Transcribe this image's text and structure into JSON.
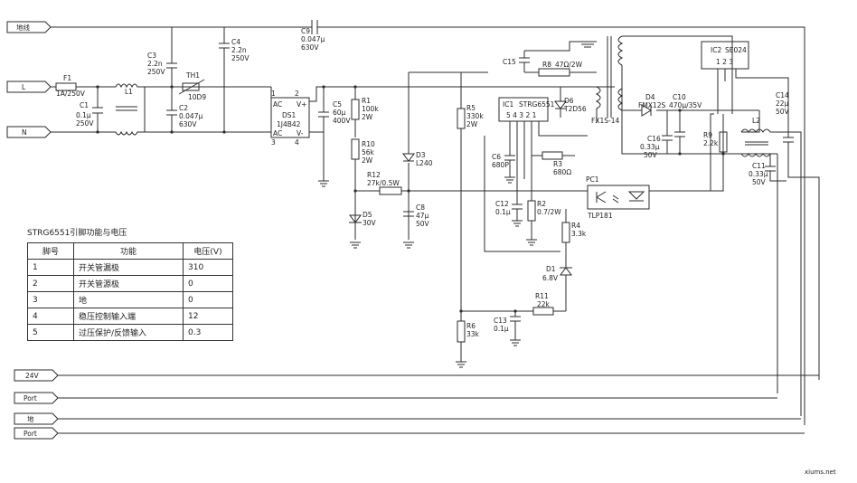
{
  "ports": {
    "ground_top": "地线",
    "live": "L",
    "neutral": "N",
    "out_24v": "24V",
    "out_port1": "Port",
    "out_ground": "地",
    "out_port2": "Port"
  },
  "components": {
    "F1": {
      "name": "F1",
      "value": "1A/250V"
    },
    "C1": {
      "name": "C1",
      "value1": "0.1μ",
      "value2": "250V"
    },
    "L1": {
      "name": "L1"
    },
    "C3": {
      "name": "C3",
      "value1": "2.2n",
      "value2": "250V"
    },
    "C2": {
      "name": "C2",
      "value1": "0.047μ",
      "value2": "630V"
    },
    "TH1": {
      "name": "TH1",
      "value": "10D9"
    },
    "C4": {
      "name": "C4",
      "value1": "2.2n",
      "value2": "250V"
    },
    "C9": {
      "name": "C9",
      "value1": "0.047μ",
      "value2": "630V"
    },
    "DS1": {
      "name": "DS1",
      "value": "1J4B42",
      "ac1": "AC",
      "ac2": "AC",
      "vp": "V+",
      "vm": "V-",
      "p1": "1",
      "p2": "2",
      "p3": "3",
      "p4": "4"
    },
    "C5": {
      "name": "C5",
      "value1": "60μ",
      "value2": "400V"
    },
    "R1": {
      "name": "R1",
      "value1": "100k",
      "value2": "2W"
    },
    "R10": {
      "name": "R10",
      "value1": "56k",
      "value2": "2W"
    },
    "R12": {
      "name": "R12",
      "value": "27k/0.5W"
    },
    "D5": {
      "name": "D5",
      "value": "30V"
    },
    "D3": {
      "name": "D3",
      "value": "L240"
    },
    "C8": {
      "name": "C8",
      "value1": "47μ",
      "value2": "50V"
    },
    "C15": {
      "name": "C15"
    },
    "R8": {
      "name": "R8",
      "value": "47Ω/2W"
    },
    "R5": {
      "name": "R5",
      "value1": "330k",
      "value2": "2W"
    },
    "IC1": {
      "name": "IC1",
      "value": "STRG6551",
      "pins": "5 4 3 2 1"
    },
    "D6": {
      "name": "D6",
      "value": "T2D56"
    },
    "T1": {
      "name": "FX1S-14"
    },
    "C6": {
      "name": "C6",
      "value": "680P"
    },
    "R3": {
      "name": "R3",
      "value": "680Ω"
    },
    "C12": {
      "name": "C12",
      "value": "0.1μ"
    },
    "R2": {
      "name": "R2",
      "value": "0.7/2W"
    },
    "PC1": {
      "name": "PC1",
      "value": "TLP181"
    },
    "R4": {
      "name": "R4",
      "value": "3.3k"
    },
    "D1": {
      "name": "D1",
      "value": "6.8V"
    },
    "R11": {
      "name": "R11",
      "value": "22k"
    },
    "C13": {
      "name": "C13",
      "value": "0.1μ"
    },
    "R6": {
      "name": "R6",
      "value": "33k"
    },
    "D4": {
      "name": "D4",
      "value": "FMX12S"
    },
    "C10": {
      "name": "C10",
      "value": "470μ/35V"
    },
    "C16": {
      "name": "C16",
      "value1": "0.33μ",
      "value2": "50V"
    },
    "R9": {
      "name": "R9",
      "value": "2.2k"
    },
    "IC2": {
      "name": "IC2",
      "value": "SE024",
      "pins": "1 2 3"
    },
    "L2": {
      "name": "L2"
    },
    "C14": {
      "name": "C14",
      "value1": "22μ",
      "value2": "50V"
    },
    "C11": {
      "name": "C11",
      "value1": "0.33μ",
      "value2": "50V"
    }
  },
  "pin_table": {
    "title": "STRG6551引脚功能与电压",
    "headers": [
      "脚号",
      "功能",
      "电压(V)"
    ],
    "rows": [
      {
        "pin": "1",
        "function": "开关管漏极",
        "voltage": "310"
      },
      {
        "pin": "2",
        "function": "开关管源极",
        "voltage": "0"
      },
      {
        "pin": "3",
        "function": "地",
        "voltage": "0"
      },
      {
        "pin": "4",
        "function": "稳压控制输入端",
        "voltage": "12"
      },
      {
        "pin": "5",
        "function": "过压保护/反馈输入",
        "voltage": "0.3"
      }
    ]
  },
  "watermark": "xiums.net"
}
